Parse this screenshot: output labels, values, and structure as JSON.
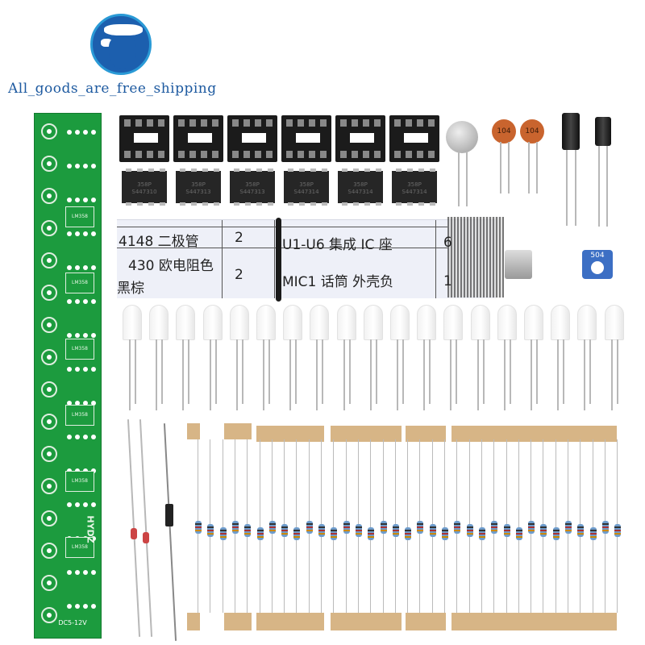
{
  "watermark": {
    "text": "All_goods_are_free_shipping",
    "color": "#1e5aa0",
    "icon": "globe-icon"
  },
  "pcb": {
    "power_label": "DC5-12V",
    "brand": "HYDZ",
    "chip_label": "LM358",
    "color": "#1c9b3e"
  },
  "ics": [
    {
      "line1": "358P",
      "line2": "S447310"
    },
    {
      "line1": "358P",
      "line2": "S447313"
    },
    {
      "line1": "358P",
      "line2": "S447313"
    },
    {
      "line1": "358P",
      "line2": "S447314"
    },
    {
      "line1": "358P",
      "line2": "S447314"
    },
    {
      "line1": "358P",
      "line2": "S447314"
    }
  ],
  "capacitors": {
    "ceramic_1": "104",
    "ceramic_2": "104"
  },
  "potentiometer": {
    "label": "504"
  },
  "parts_list": {
    "rows": [
      {
        "c1": "4148 二极管",
        "c2": "2",
        "c3": "U1-U6 集成 IC 座",
        "c4": "6"
      },
      {
        "c1": "430 欧电阻色",
        "c1b": "黑棕",
        "c2": "2",
        "c3": "MIC1 话筒 外壳负",
        "c4": "1"
      }
    ]
  }
}
